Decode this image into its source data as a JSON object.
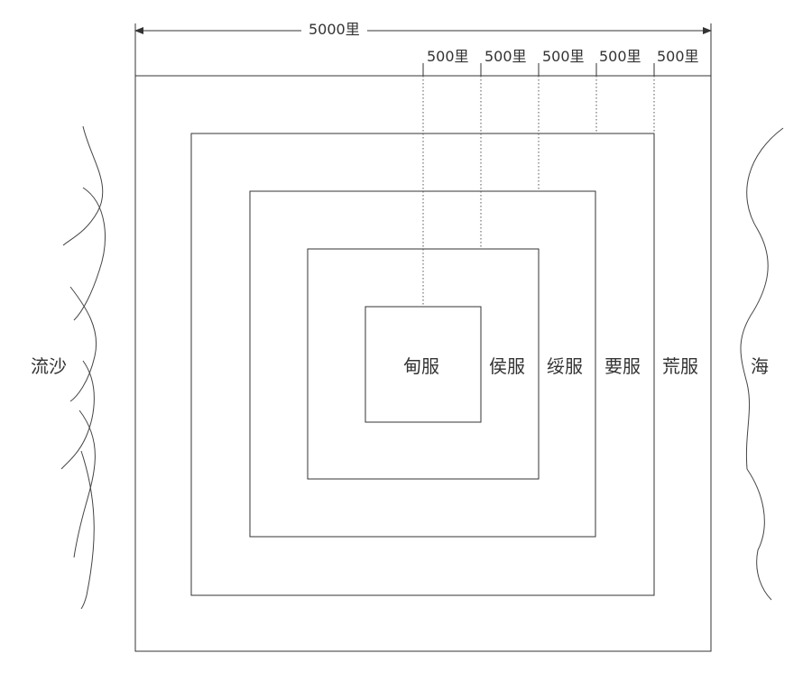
{
  "total_label": "5000里",
  "band_labels": [
    "500里",
    "500里",
    "500里",
    "500里",
    "500里"
  ],
  "zones": [
    "甸服",
    "侯服",
    "绥服",
    "要服",
    "荒服"
  ],
  "left_label": "流沙",
  "right_label": "海",
  "colors": {
    "line": "#333333",
    "text": "#333333"
  }
}
